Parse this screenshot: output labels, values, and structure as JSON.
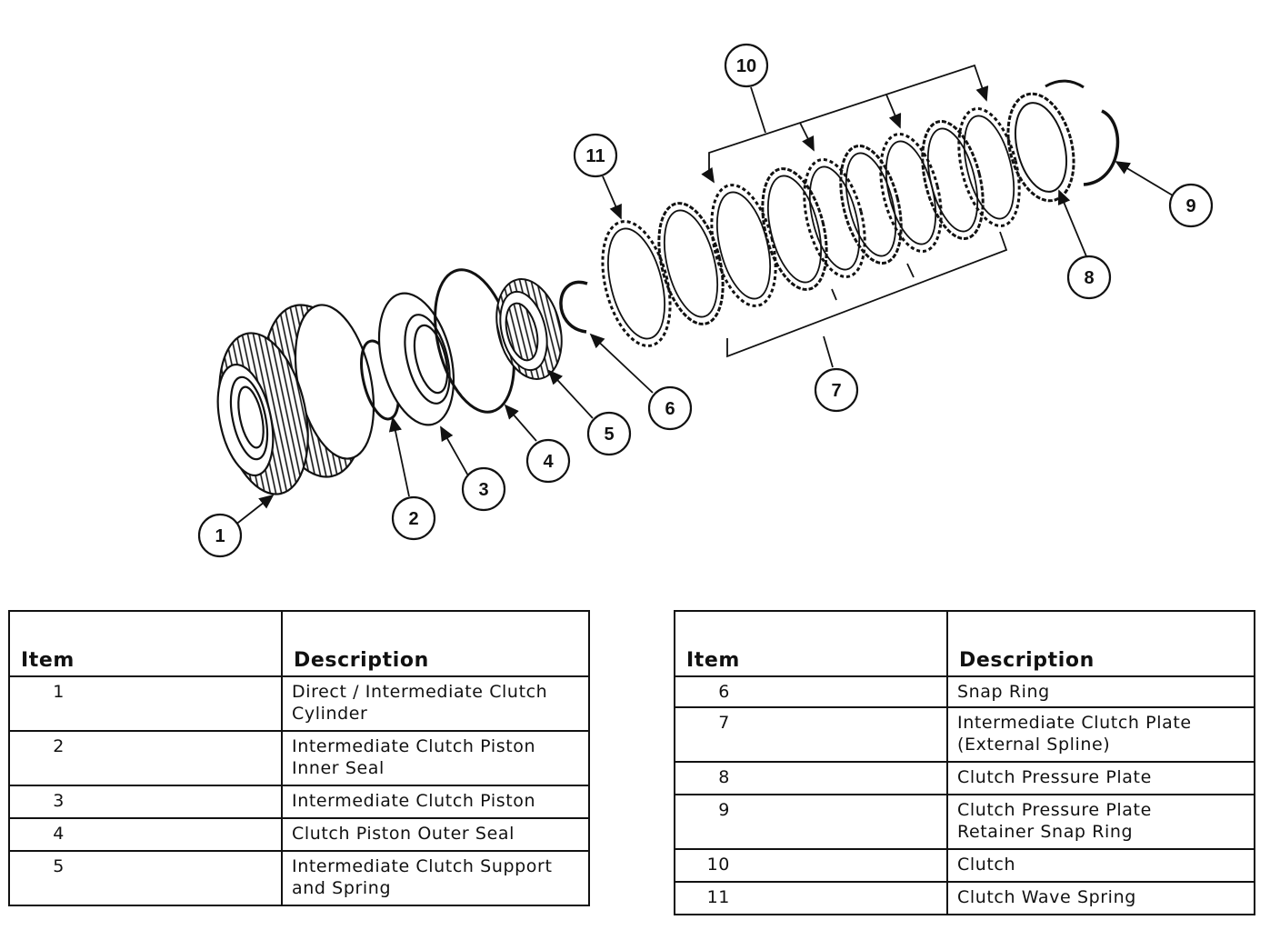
{
  "callouts": [
    {
      "label": "1"
    },
    {
      "label": "2"
    },
    {
      "label": "3"
    },
    {
      "label": "4"
    },
    {
      "label": "5"
    },
    {
      "label": "6"
    },
    {
      "label": "7"
    },
    {
      "label": "8"
    },
    {
      "label": "9"
    },
    {
      "label": "10"
    },
    {
      "label": "11"
    }
  ],
  "legend_left": {
    "header_item": "Item",
    "header_description": "Description",
    "rows": [
      {
        "item": "1",
        "description_line1": "Direct / Intermediate Clutch",
        "description_line2": "Cylinder"
      },
      {
        "item": "2",
        "description_line1": "Intermediate Clutch Piston",
        "description_line2": "Inner Seal"
      },
      {
        "item": "3",
        "description_line1": "Intermediate Clutch Piston",
        "description_line2": ""
      },
      {
        "item": "4",
        "description_line1": "Clutch Piston Outer Seal",
        "description_line2": ""
      },
      {
        "item": "5",
        "description_line1": "Intermediate Clutch Support",
        "description_line2": "and Spring"
      }
    ]
  },
  "legend_right": {
    "header_item": "Item",
    "header_description": "Description",
    "rows": [
      {
        "item": "6",
        "description_line1": "Snap Ring",
        "description_line2": ""
      },
      {
        "item": "7",
        "description_line1": "Intermediate Clutch Plate",
        "description_line2": "(External Spline)"
      },
      {
        "item": "8",
        "description_line1": "Clutch Pressure Plate",
        "description_line2": ""
      },
      {
        "item": "9",
        "description_line1": "Clutch Pressure Plate",
        "description_line2": "Retainer Snap Ring"
      },
      {
        "item": "10",
        "description_line1": "Clutch",
        "description_line2": ""
      },
      {
        "item": "11",
        "description_line1": "Clutch Wave Spring",
        "description_line2": ""
      }
    ]
  }
}
